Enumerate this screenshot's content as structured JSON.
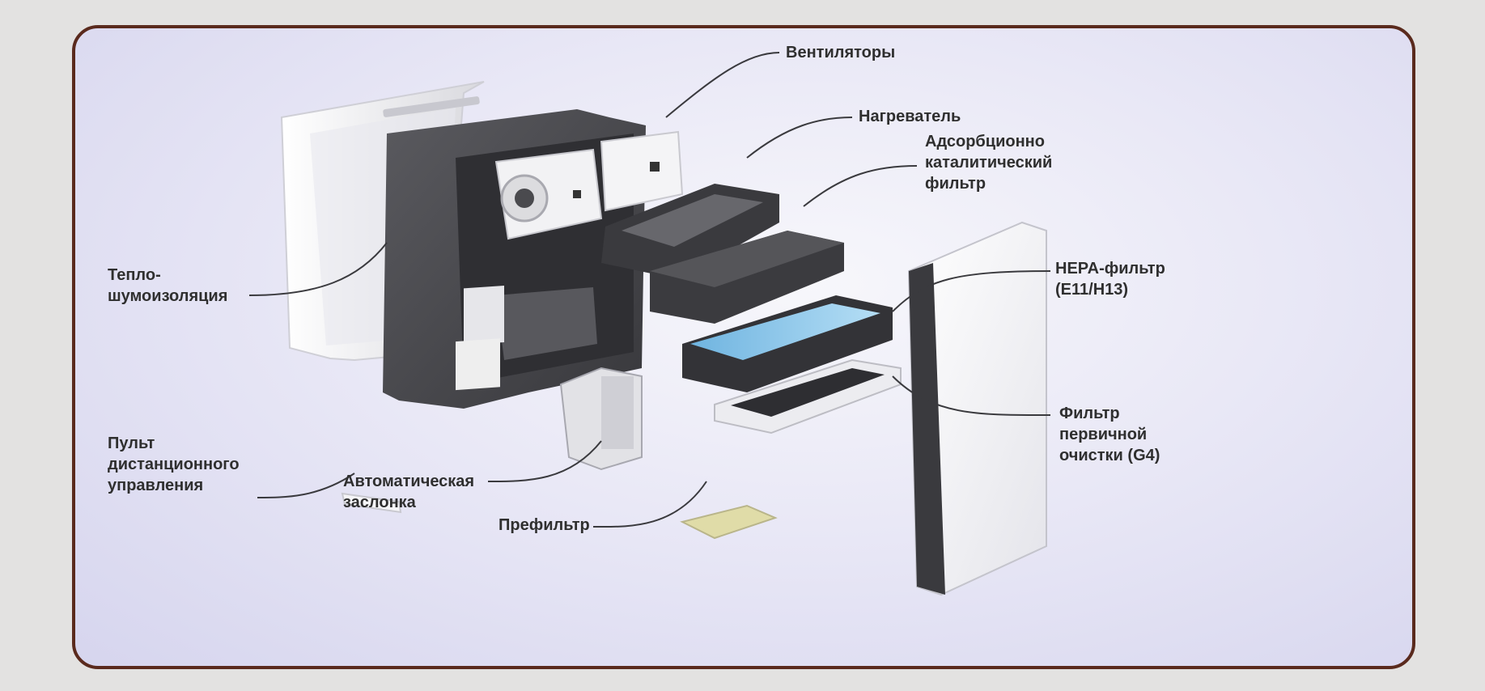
{
  "labels": {
    "fans": "Вентиляторы",
    "heater": "Нагреватель",
    "adsorption_filter": "Адсорбционно\nкаталитический\nфильтр",
    "insulation": "Тепло-\nшумоизоляция",
    "hepa_filter": "HEPA-фильтр\n(E11/H13)",
    "primary_filter": "Фильтр\nпервичной\nочистки (G4)",
    "remote": "Пульт\nдистанционного\nуправления",
    "damper": "Автоматическая\nзаслонка",
    "prefilter": "Префильтр"
  },
  "colors": {
    "frame_border": "#5a2a1d",
    "housing_dark": "#4a4a4e",
    "filter_blue": "#8ec8ea",
    "prefilter_yellow": "#d8d4a0"
  }
}
